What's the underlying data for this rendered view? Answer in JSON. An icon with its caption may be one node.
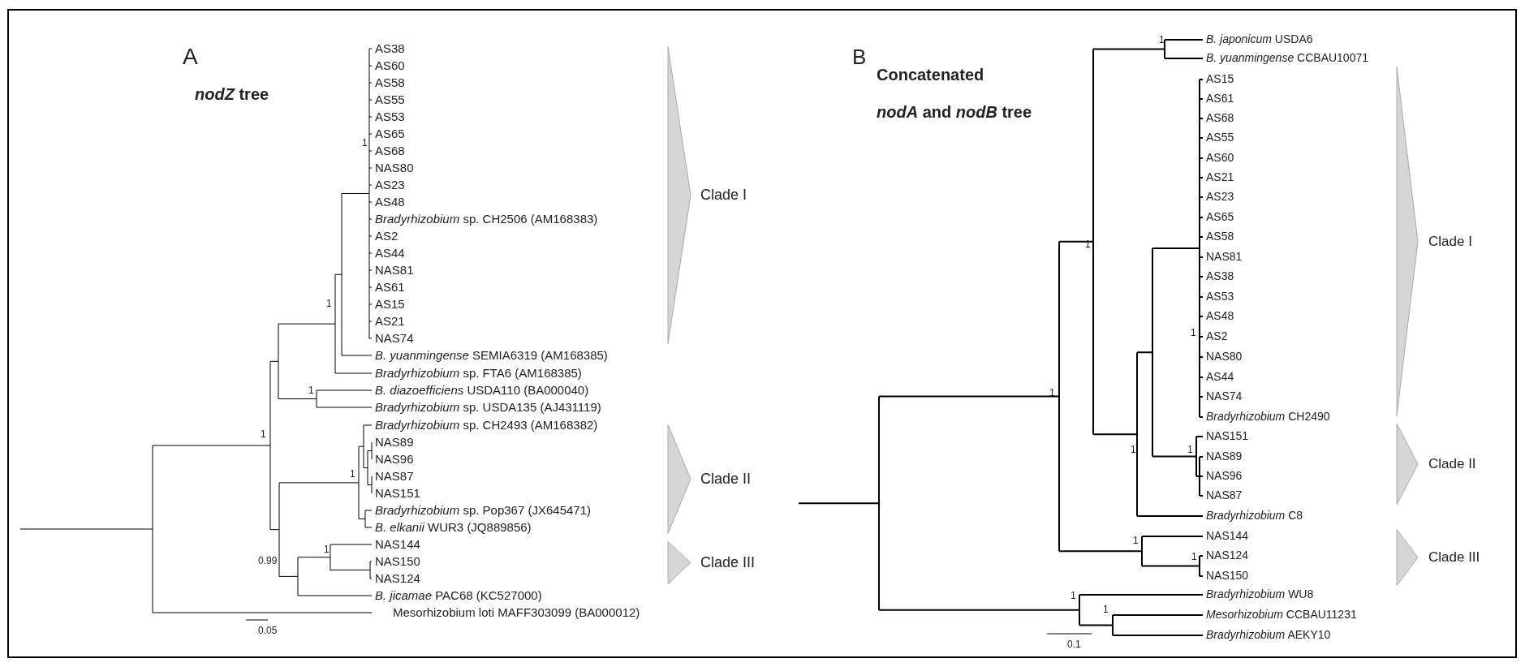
{
  "diagram": {
    "nodes": [
      {
        "text": [
          "Clade I"
        ]
      },
      {
        "text": [
          "Clade II"
        ]
      },
      {
        "text": [
          "Clade III"
        ]
      },
      {
        "text": [
          "Clade I"
        ]
      },
      {
        "text": [
          "Clade II"
        ]
      },
      {
        "text": [
          "Clade III"
        ]
      }
    ],
    "labels": [
      "A",
      "*nodZ* tree",
      "AS38",
      "AS60",
      "AS58",
      "AS55",
      "AS53",
      "AS65",
      "AS68",
      "NAS80",
      "AS23",
      "AS48",
      "*Bradyrhizobium* sp. CH2506 (AM168383)",
      "AS2",
      "AS44",
      "NAS81",
      "AS61",
      "AS15",
      "AS21",
      "NAS74",
      "*B. yuanmingense* SEMIA6319 (AM168385)",
      "*Bradyrhizobium* sp. FTA6 (AM168385)",
      "*B. diazoefficiens* USDA110 (BA000040)",
      "*Bradyrhizobium* sp. USDA135 (AJ431119)",
      "*Bradyrhizobium* sp. CH2493 (AM168382)",
      "NAS89",
      "NAS96",
      "NAS87",
      "NAS151",
      "*Bradyrhizobium* sp. Pop367 (JX645471)",
      "*B. elkanii* WUR3 (JQ889856)",
      "NAS144",
      "NAS150",
      "NAS124",
      "*B. jicamae* PAC68 (KC527000)",
      "Mesorhizobium loti MAFF303099 (BA000012)",
      "1",
      "1",
      "1",
      "1",
      "1",
      "1",
      "0.99",
      "0.05",
      "B",
      "Concatenated",
      "*nodA* and *nodB* tree",
      "*B. japonicum* USDA6",
      "*B. yuanmingense* CCBAU10071",
      "AS15",
      "AS61",
      "AS68",
      "AS55",
      "AS60",
      "AS21",
      "AS23",
      "AS65",
      "AS58",
      "NAS81",
      "AS38",
      "AS53",
      "AS48",
      "AS2",
      "NAS80",
      "AS44",
      "NAS74",
      "*Bradyrhizobium* CH2490",
      "NAS151",
      "NAS89",
      "NAS96",
      "NAS87",
      "*Bradyrhizobium* C8",
      "NAS144",
      "NAS124",
      "NAS150",
      "*Bradyrhizobium* WU8",
      "*Mesorhizobium* CCBAU11231",
      "*Bradyrhizobium* AEKY10",
      "1",
      "1",
      "1",
      "1",
      "1",
      "1",
      "1",
      "1",
      "1",
      "1",
      "0.1"
    ]
  }
}
